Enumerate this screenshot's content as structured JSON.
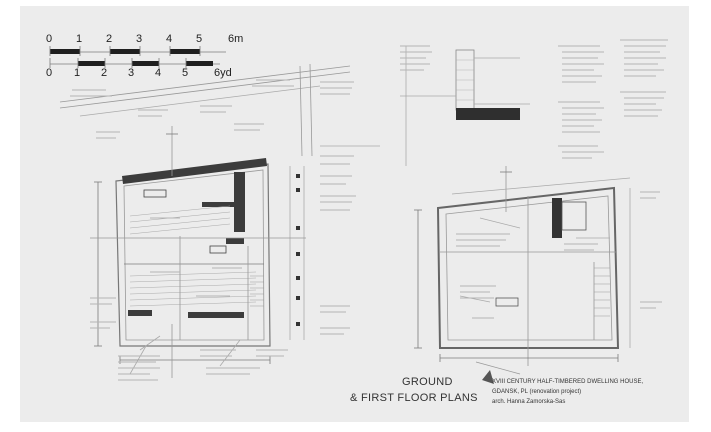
{
  "sheet": {
    "title_line1": "GROUND",
    "title_line2": "& FIRST FLOOR PLANS",
    "project_line1": "XVIII CENTURY HALF-TIMBERED DWELLING HOUSE,",
    "project_line2": "GDANSK, PL (renovation project)",
    "author": "arch. Hanna Zamorska-Sas"
  },
  "scale_bar_metric": {
    "ticks": [
      "0",
      "1",
      "2",
      "3",
      "4",
      "5"
    ],
    "unit": "6m"
  },
  "scale_bar_imperial": {
    "ticks": [
      "0",
      "1",
      "2",
      "3",
      "4",
      "5"
    ],
    "unit": "6yd"
  },
  "colors": {
    "sheet": "#ececec",
    "line": "#7a7a7a",
    "wall": "#3a3a3a",
    "text": "#333333"
  }
}
